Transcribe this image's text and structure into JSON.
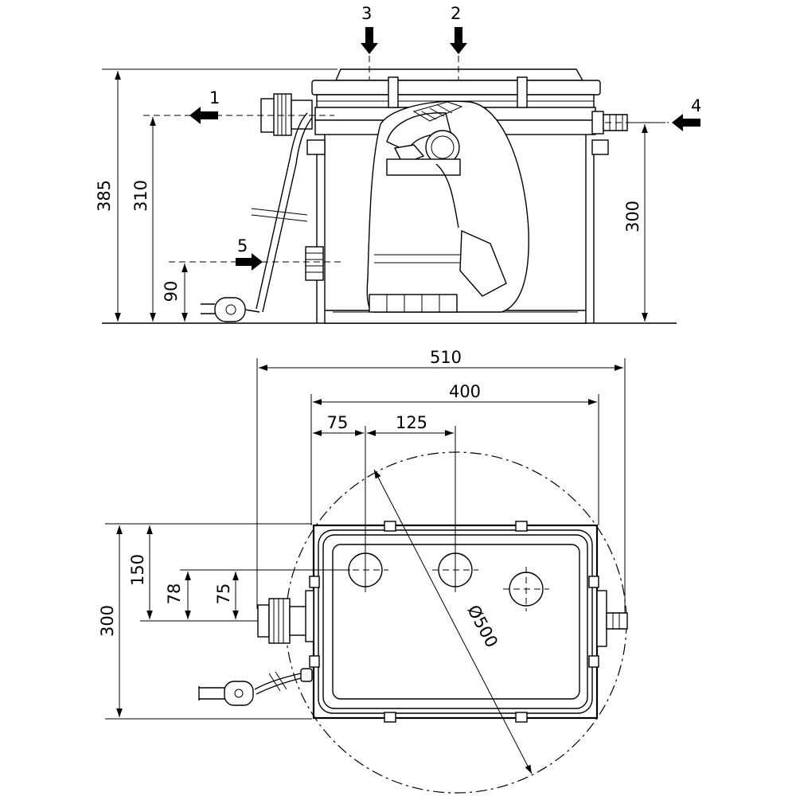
{
  "side_view": {
    "dims": {
      "overall_height": "385",
      "outlet_height": "310",
      "inlet_height": "90",
      "right_inlet_height": "300"
    },
    "callouts": {
      "outlet": "1",
      "top_inlet_b": "2",
      "top_inlet_a": "3",
      "side_inlet": "4",
      "low_inlet": "5"
    }
  },
  "plan_view": {
    "dims": {
      "overall_width": "510",
      "tank_width": "400",
      "hole_offset": "75",
      "hole_spacing": "125",
      "tank_depth": "300",
      "hole_row": "150",
      "outlet_pos": "78",
      "pipe_pos": "75",
      "diameter": "Ø500"
    }
  }
}
